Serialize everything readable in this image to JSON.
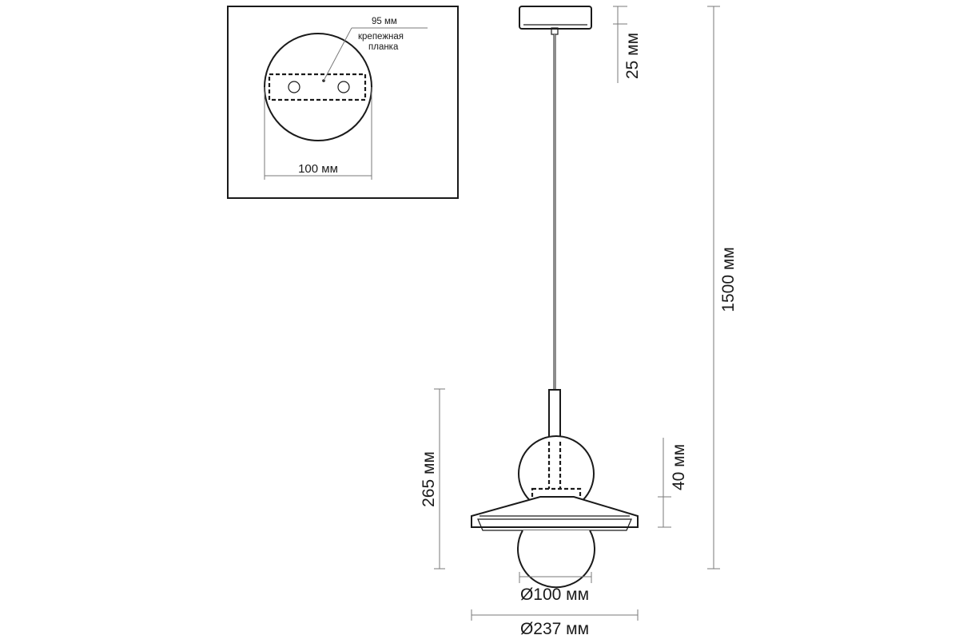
{
  "inset": {
    "plate_width_label": "95 мм",
    "bracket_label_line1": "крепежная",
    "bracket_label_line2": "планка",
    "canopy_diameter_label": "100 мм"
  },
  "dimensions": {
    "canopy_height": "25 мм",
    "total_height": "1500 мм",
    "lamp_height": "265 мм",
    "disc_offset": "40 мм",
    "globe_diameter": "Ø100 мм",
    "disc_diameter": "Ø237 мм"
  }
}
